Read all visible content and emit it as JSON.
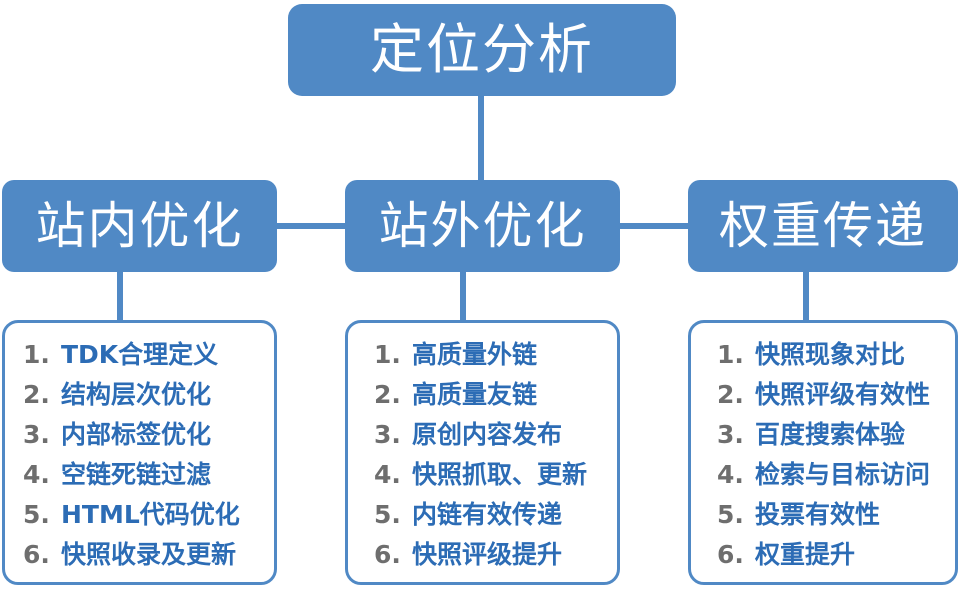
{
  "diagram": {
    "title_node": {
      "label": "定位分析"
    },
    "branches": [
      {
        "id": "onsite",
        "label": "站内优化",
        "items": [
          {
            "num": "1.",
            "text": "TDK合理定义"
          },
          {
            "num": "2.",
            "text": "结构层次优化"
          },
          {
            "num": "3.",
            "text": "内部标签优化"
          },
          {
            "num": "4.",
            "text": "空链死链过滤"
          },
          {
            "num": "5.",
            "text": "HTML代码优化"
          },
          {
            "num": "6.",
            "text": "快照收录及更新"
          }
        ]
      },
      {
        "id": "offsite",
        "label": "站外优化",
        "items": [
          {
            "num": "1.",
            "text": "高质量外链"
          },
          {
            "num": "2.",
            "text": "高质量友链"
          },
          {
            "num": "3.",
            "text": "原创内容发布"
          },
          {
            "num": "4.",
            "text": "快照抓取、更新"
          },
          {
            "num": "5.",
            "text": "内链有效传递"
          },
          {
            "num": "6.",
            "text": "快照评级提升"
          }
        ]
      },
      {
        "id": "weight",
        "label": "权重传递",
        "items": [
          {
            "num": "1.",
            "text": "快照现象对比"
          },
          {
            "num": "2.",
            "text": "快照评级有效性"
          },
          {
            "num": "3.",
            "text": "百度搜索体验"
          },
          {
            "num": "4.",
            "text": "检索与目标访问"
          },
          {
            "num": "5.",
            "text": "投票有效性"
          },
          {
            "num": "6.",
            "text": "权重提升"
          }
        ]
      }
    ],
    "colors": {
      "node_fill": "#5089c5",
      "node_text": "#ffffff",
      "connector": "#5089c5",
      "panel_border": "#5089c5",
      "panel_bg": "#ffffff",
      "item_number": "#6e6e6e",
      "item_text": "#2c6cb5",
      "background": "#ffffff"
    }
  }
}
